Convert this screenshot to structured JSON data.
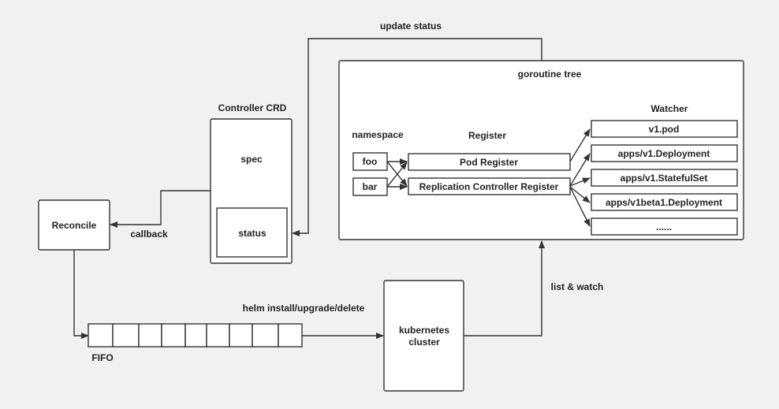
{
  "colors": {
    "background": "#f1f1f1",
    "box_fill": "#ffffff",
    "stroke": "#333333"
  },
  "labels": {
    "update_status": "update status",
    "goroutine_tree": "goroutine tree",
    "controller_crd": "Controller CRD",
    "spec": "spec",
    "status": "status",
    "reconcile": "Reconcile",
    "callback": "callback",
    "namespace": "namespace",
    "register": "Register",
    "watcher": "Watcher",
    "ns_foo": "foo",
    "ns_bar": "bar",
    "pod_register": "Pod Register",
    "rc_register": "Replication Controller Register",
    "helm": "helm install/upgrade/delete",
    "k8s_line1": "kubernetes",
    "k8s_line2": "cluster",
    "list_watch": "list & watch",
    "fifo": "FIFO"
  },
  "watchers": [
    "v1.pod",
    "apps/v1.Deployment",
    "apps/v1.StatefulSet",
    "apps/v1beta1.Deployment",
    "......"
  ],
  "fifo_slots": 9
}
